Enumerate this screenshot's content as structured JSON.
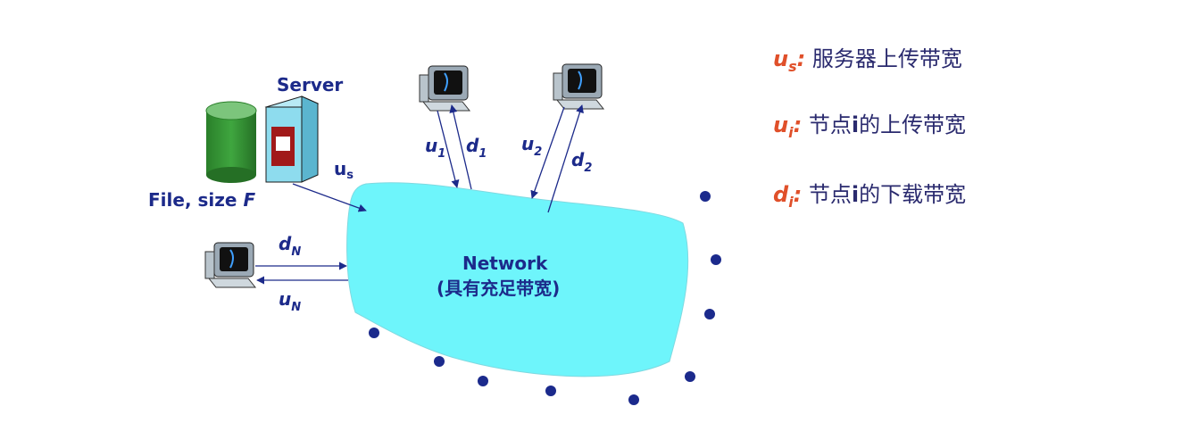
{
  "server": {
    "title": "Server",
    "file_label": "File, size ",
    "file_var": "F"
  },
  "network": {
    "name": "Network",
    "note": "(具有充足带宽)"
  },
  "links": {
    "us": {
      "main": "u",
      "sub": "s"
    },
    "u1": {
      "main": "u",
      "sub": "1"
    },
    "d1": {
      "main": "d",
      "sub": "1"
    },
    "u2": {
      "main": "u",
      "sub": "2"
    },
    "d2": {
      "main": "d",
      "sub": "2"
    },
    "dN": {
      "main": "d",
      "sub": "N"
    },
    "uN": {
      "main": "u",
      "sub": "N"
    }
  },
  "legend": {
    "us": {
      "sym": "u",
      "sub": "s",
      "desc": "服务器上传带宽"
    },
    "ui": {
      "sym": "u",
      "sub": "i",
      "desc_pre": "节点",
      "desc_bold": "i",
      "desc_post": "的上传带宽"
    },
    "di": {
      "sym": "d",
      "sub": "i",
      "desc_pre": "节点",
      "desc_bold": "i",
      "desc_post": "的下载带宽"
    }
  },
  "colors": {
    "network_fill": "#6ef5fb",
    "arrow": "#1c2a8a",
    "dots": "#1b2a8c",
    "legend_symbol": "#e0502a",
    "db_green": "#2f8f2f",
    "server_box": "#7fd3e8",
    "server_panel": "#a11a1a"
  },
  "icons": [
    "database-icon",
    "server-icon",
    "computer-icon"
  ]
}
